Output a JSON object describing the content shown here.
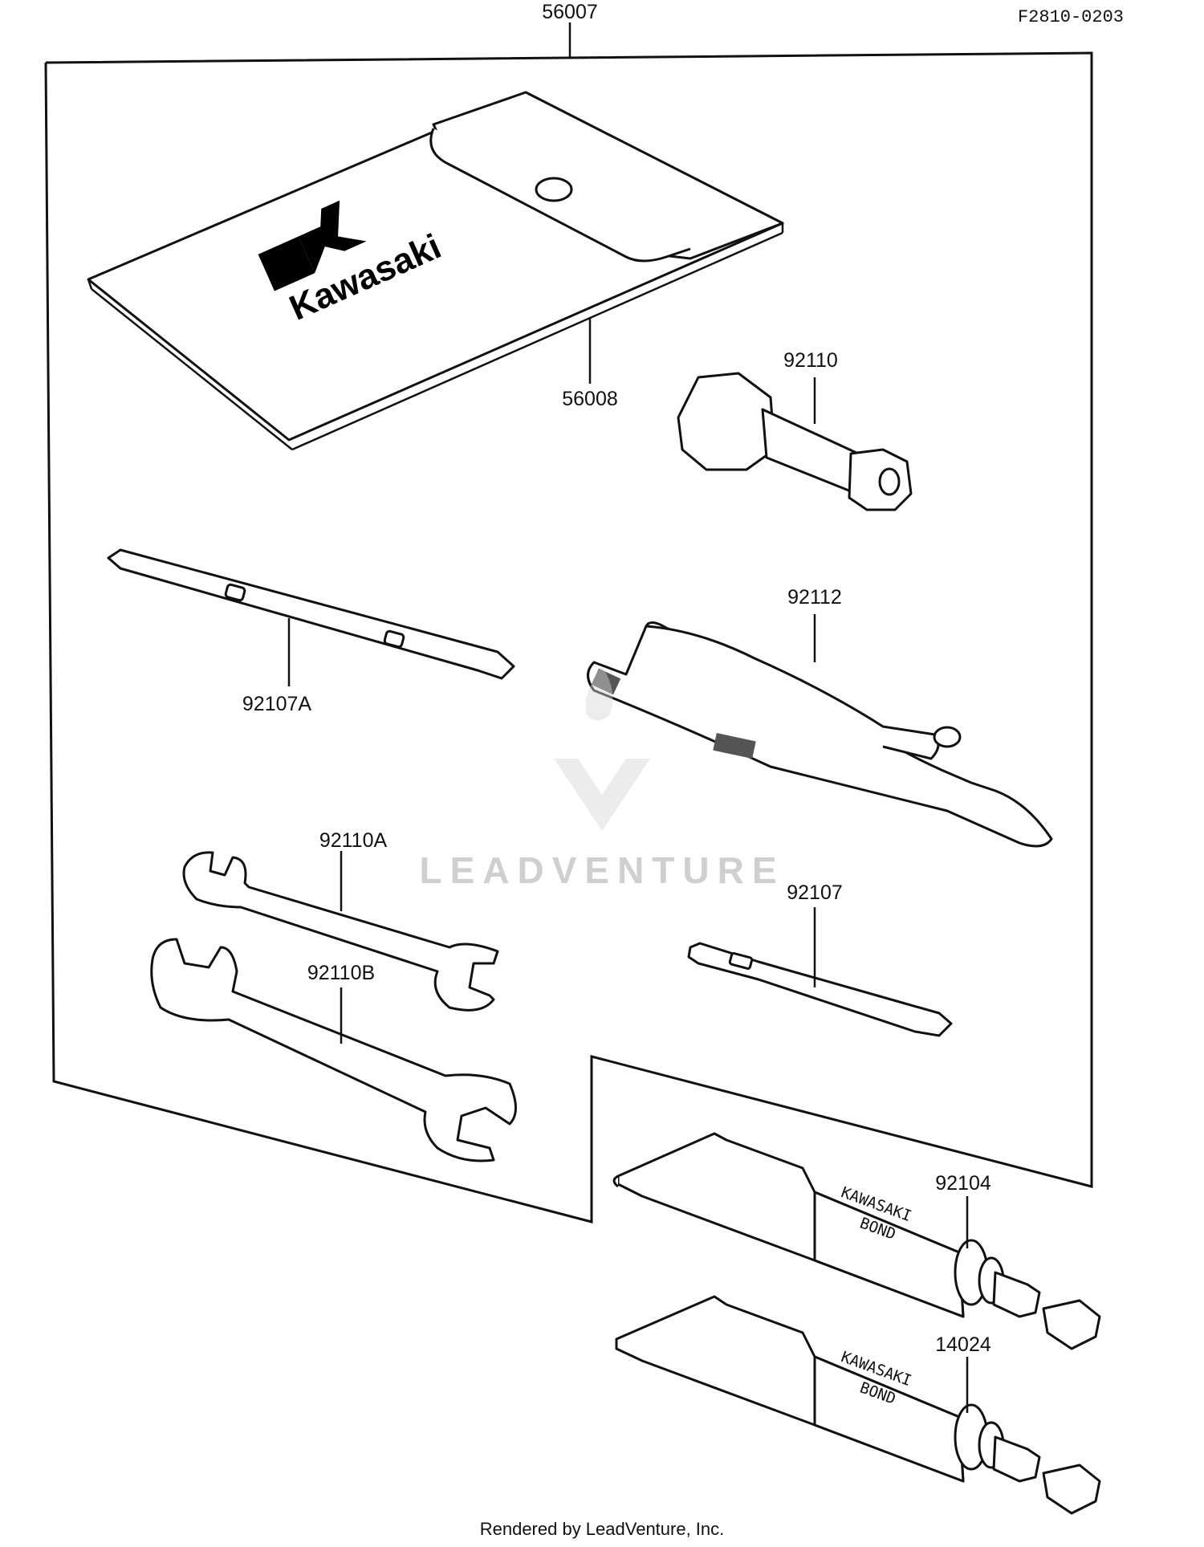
{
  "document": {
    "reference_code": "F2810-0203",
    "footer": "Rendered by LeadVenture, Inc.",
    "watermark": "LEADVENTURE"
  },
  "parts": {
    "kit": "56007",
    "pouch": "56008",
    "spark_plug_wrench": "92110",
    "screwdriver_blade": "92107A",
    "pliers": "92112",
    "wrench_a": "92110A",
    "wrench_b": "92110B",
    "screwdriver_handle": "92107",
    "bond_tube_1": "92104",
    "bond_tube_2": "14024"
  },
  "labels": {
    "brand_logo": "Kawasaki",
    "tube_text_line1": "KAWASAKI",
    "tube_text_line2": "BOND"
  }
}
